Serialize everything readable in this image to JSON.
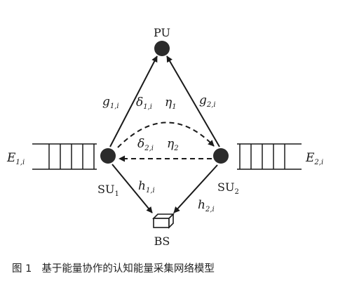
{
  "nodes": {
    "pu": "PU",
    "su1_base": "SU",
    "su1_sub": "1",
    "su2_base": "SU",
    "su2_sub": "2",
    "bs": "BS"
  },
  "links": {
    "g1_base": "g",
    "g1_sub": "1,i",
    "g2_base": "g",
    "g2_sub": "2,i",
    "delta1_base": "δ",
    "delta1_sub": "1,i",
    "delta2_base": "δ",
    "delta2_sub": "2,i",
    "eta1_base": "η",
    "eta1_sub": "1",
    "eta2_base": "η",
    "eta2_sub": "2",
    "h1_base": "h",
    "h1_sub": "1,i",
    "h2_base": "h",
    "h2_sub": "2,i"
  },
  "buffers": {
    "e1_base": "E",
    "e1_sub": "1,i",
    "e2_base": "E",
    "e2_sub": "2,i"
  },
  "caption": {
    "figure_no": "图 1",
    "text": "基于能量协作的认知能量采集网络模型"
  },
  "colors": {
    "ink": "#1a1a1a",
    "node_fill": "#2b2b2b"
  }
}
